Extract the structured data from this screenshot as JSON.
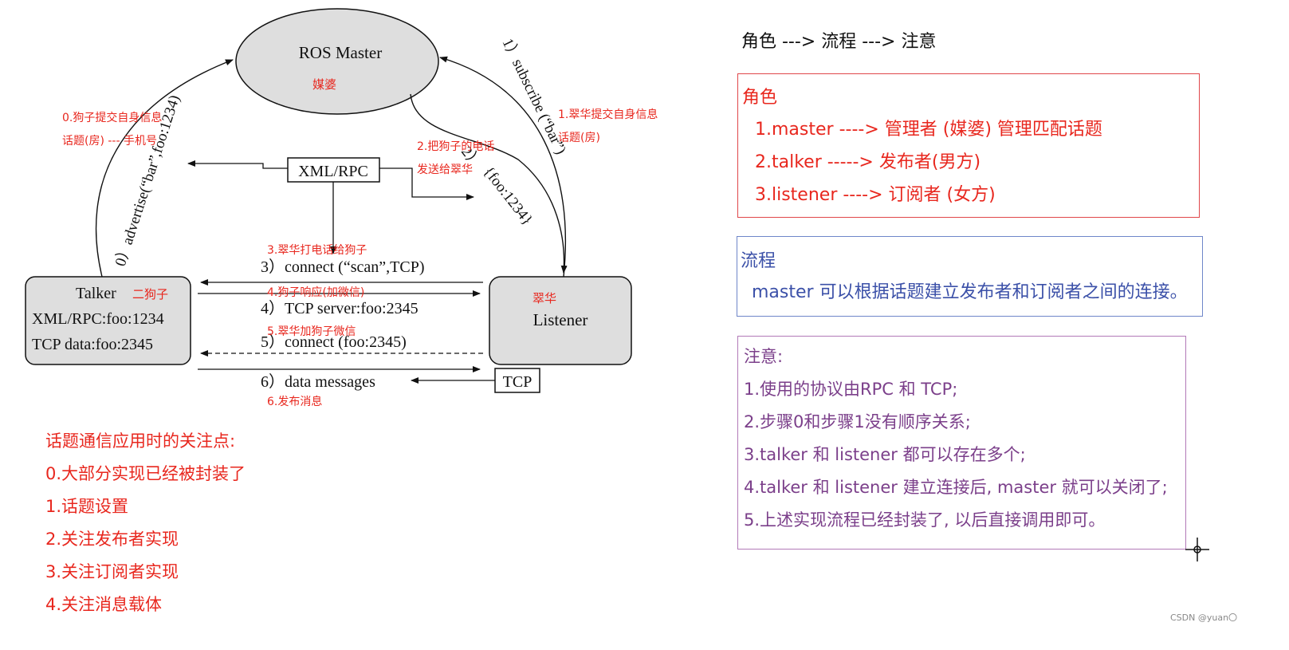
{
  "diagram": {
    "master": {
      "title": "ROS Master",
      "note": "媒婆"
    },
    "talker": {
      "title": "Talker",
      "note": "二狗子",
      "line1": "XML/RPC:foo:1234",
      "line2": "TCP data:foo:2345"
    },
    "listener": {
      "title": "Listener",
      "note": "翠华"
    },
    "xmlrpc_label": "XML/RPC",
    "tcp_label": "TCP",
    "advertise_label": "0）advertise(“bar”,foo:1234)",
    "subscribe_label": "1）subscribe (“bar”)",
    "foo_label": "{foo:1234}",
    "step2_num": "2）",
    "steps": [
      "3）connect (“scan”,TCP)",
      "4）TCP server:foo:2345",
      "5）connect (foo:2345)",
      "6）data messages"
    ],
    "annotations": {
      "a0_line1": "0.狗子提交自身信息",
      "a0_line2": "话题(房) --- 手机号",
      "a1_line1": "1.翠华提交自身信息",
      "a1_line2": "话题(房)",
      "a2_line1": "2.把狗子的电话",
      "a2_line2": "发送给翠华",
      "a3": "3.翠华打电话给狗子",
      "a4": "4.狗子响应(加微信)",
      "a5": "5.翠华加狗子微信",
      "a6": "6.发布消息"
    }
  },
  "focus_points": {
    "title": "话题通信应用时的关注点:",
    "items": [
      "0.大部分实现已经被封装了",
      "1.话题设置",
      "2.关注发布者实现",
      "3.关注订阅者实现",
      "4.关注消息载体"
    ]
  },
  "heading": "角色 ---> 流程 ---> 注意",
  "roles": {
    "title": "角色",
    "items": [
      "1.master ----> 管理者 (媒婆) 管理匹配话题",
      "2.talker -----> 发布者(男方)",
      "3.listener ----> 订阅者 (女方)"
    ]
  },
  "process": {
    "title": "流程",
    "text": "master 可以根据话题建立发布者和订阅者之间的连接。"
  },
  "notes": {
    "title": "注意:",
    "items": [
      "1.使用的协议由RPC 和 TCP;",
      "2.步骤0和步骤1没有顺序关系;",
      "3.talker 和 listener 都可以存在多个;",
      "4.talker 和 listener 建立连接后, master 就可以关闭了;",
      "5.上述实现流程已经封装了, 以后直接调用即可。"
    ]
  },
  "watermark": "CSDN @yuan〇",
  "colors": {
    "red": "#e8271e",
    "role_border": "#e0474a",
    "process_border": "#6f86c9",
    "process_text": "#3b50a8",
    "notes_border": "#b27ab8",
    "notes_text": "#7b3f8a",
    "node_fill": "#dedede"
  }
}
